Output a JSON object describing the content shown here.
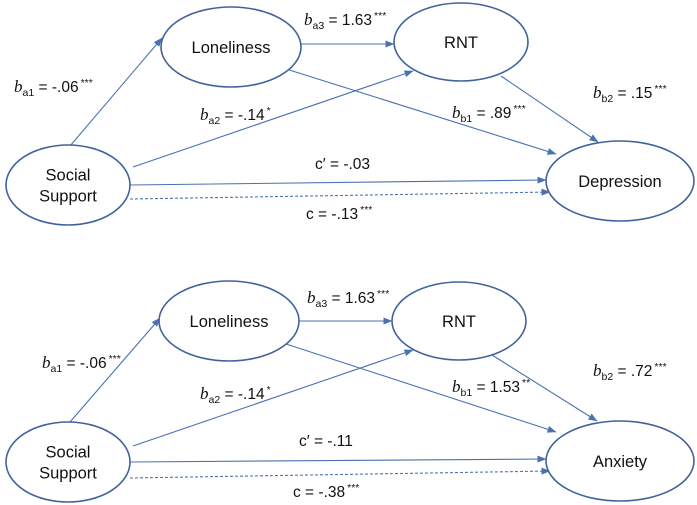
{
  "colors": {
    "node_stroke": "#41629c",
    "edge": "#4a72b0",
    "text": "#111111"
  },
  "diagrams": [
    {
      "nodes": {
        "x": [
          "Social",
          "Support"
        ],
        "m1": [
          "Loneliness"
        ],
        "m2": [
          "RNT"
        ],
        "y": [
          "Depression"
        ]
      },
      "paths": {
        "a1": {
          "sym": "b",
          "sub": "a1",
          "val": " = -.06",
          "sig": "***"
        },
        "a2": {
          "sym": "b",
          "sub": "a2",
          "val": " = -.14",
          "sig": "*"
        },
        "a3": {
          "sym": "b",
          "sub": "a3",
          "val": " = 1.63",
          "sig": "***"
        },
        "b1": {
          "sym": "b",
          "sub": "b1",
          "val": " = .89",
          "sig": "***"
        },
        "b2": {
          "sym": "b",
          "sub": "b2",
          "val": " = .15",
          "sig": "***"
        },
        "direct": {
          "sym": "",
          "sub": "",
          "val": "c′ = -.03",
          "sig": ""
        },
        "total": {
          "sym": "",
          "sub": "",
          "val": "c = -.13",
          "sig": "***"
        }
      }
    },
    {
      "nodes": {
        "x": [
          "Social",
          "Support"
        ],
        "m1": [
          "Loneliness"
        ],
        "m2": [
          "RNT"
        ],
        "y": [
          "Anxiety"
        ]
      },
      "paths": {
        "a1": {
          "sym": "b",
          "sub": "a1",
          "val": " = -.06",
          "sig": "***"
        },
        "a2": {
          "sym": "b",
          "sub": "a2",
          "val": " = -.14",
          "sig": "*"
        },
        "a3": {
          "sym": "b",
          "sub": "a3",
          "val": " = 1.63",
          "sig": "***"
        },
        "b1": {
          "sym": "b",
          "sub": "b1",
          "val": " = 1.53",
          "sig": "**"
        },
        "b2": {
          "sym": "b",
          "sub": "b2",
          "val": " = .72",
          "sig": "***"
        },
        "direct": {
          "sym": "",
          "sub": "",
          "val": "c′ = -.11",
          "sig": ""
        },
        "total": {
          "sym": "",
          "sub": "",
          "val": "c = -.38",
          "sig": "***"
        }
      }
    }
  ]
}
